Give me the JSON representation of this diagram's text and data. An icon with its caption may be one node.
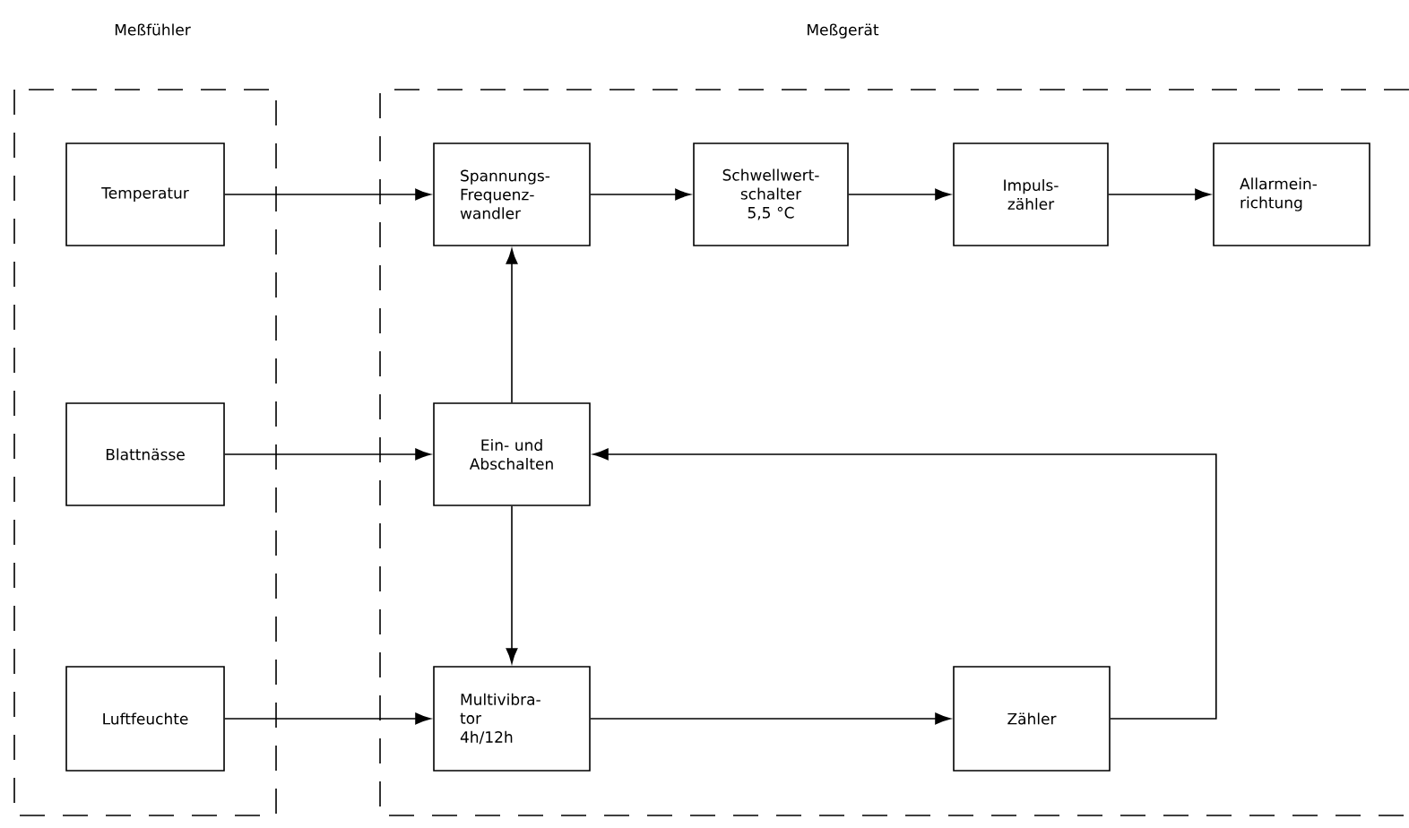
{
  "diagram": {
    "nodes": [
      {
        "text": [
          "Meßfühler"
        ]
      },
      {
        "text": [
          "Meßgerät"
        ]
      },
      {
        "text": [
          "Temperatur"
        ],
        "in": 0
      },
      {
        "text": [
          "Spannungs- Frequenz- wandler"
        ],
        "in": 1
      },
      {
        "text": [
          "Schwellwert- schalter",
          "5,5 °C"
        ],
        "in": 1
      },
      {
        "text": [
          "Impuls- zähler"
        ],
        "in": 1
      },
      {
        "text": [
          "Allarmein- richtung"
        ],
        "in": 1
      },
      {
        "text": [
          "Blattnässe"
        ],
        "in": 0
      },
      {
        "text": [
          "Ein- und Abschalten"
        ],
        "in": 1
      },
      {
        "text": [
          "Luftfeuchte"
        ],
        "in": 0
      },
      {
        "text": [
          "Multivibra- tor",
          "4h/12h"
        ],
        "in": 1
      },
      {
        "text": [
          "Zähler"
        ],
        "in": 1
      }
    ],
    "edges": [
      {
        "from": 2,
        "to": 3,
        "arrow": "to"
      },
      {
        "from": 3,
        "to": 4,
        "arrow": "to"
      },
      {
        "from": 4,
        "to": 5,
        "arrow": "to"
      },
      {
        "from": 5,
        "to": 6,
        "arrow": "to"
      },
      {
        "from": 7,
        "to": 8,
        "arrow": "to"
      },
      {
        "from": 8,
        "to": 3,
        "arrow": "to"
      },
      {
        "from": 8,
        "to": 10,
        "arrow": "to"
      },
      {
        "from": 9,
        "to": 10,
        "arrow": "to"
      },
      {
        "from": 10,
        "to": 11,
        "arrow": "to"
      },
      {
        "from": 11,
        "to": 8,
        "arrow": "to"
      }
    ]
  }
}
